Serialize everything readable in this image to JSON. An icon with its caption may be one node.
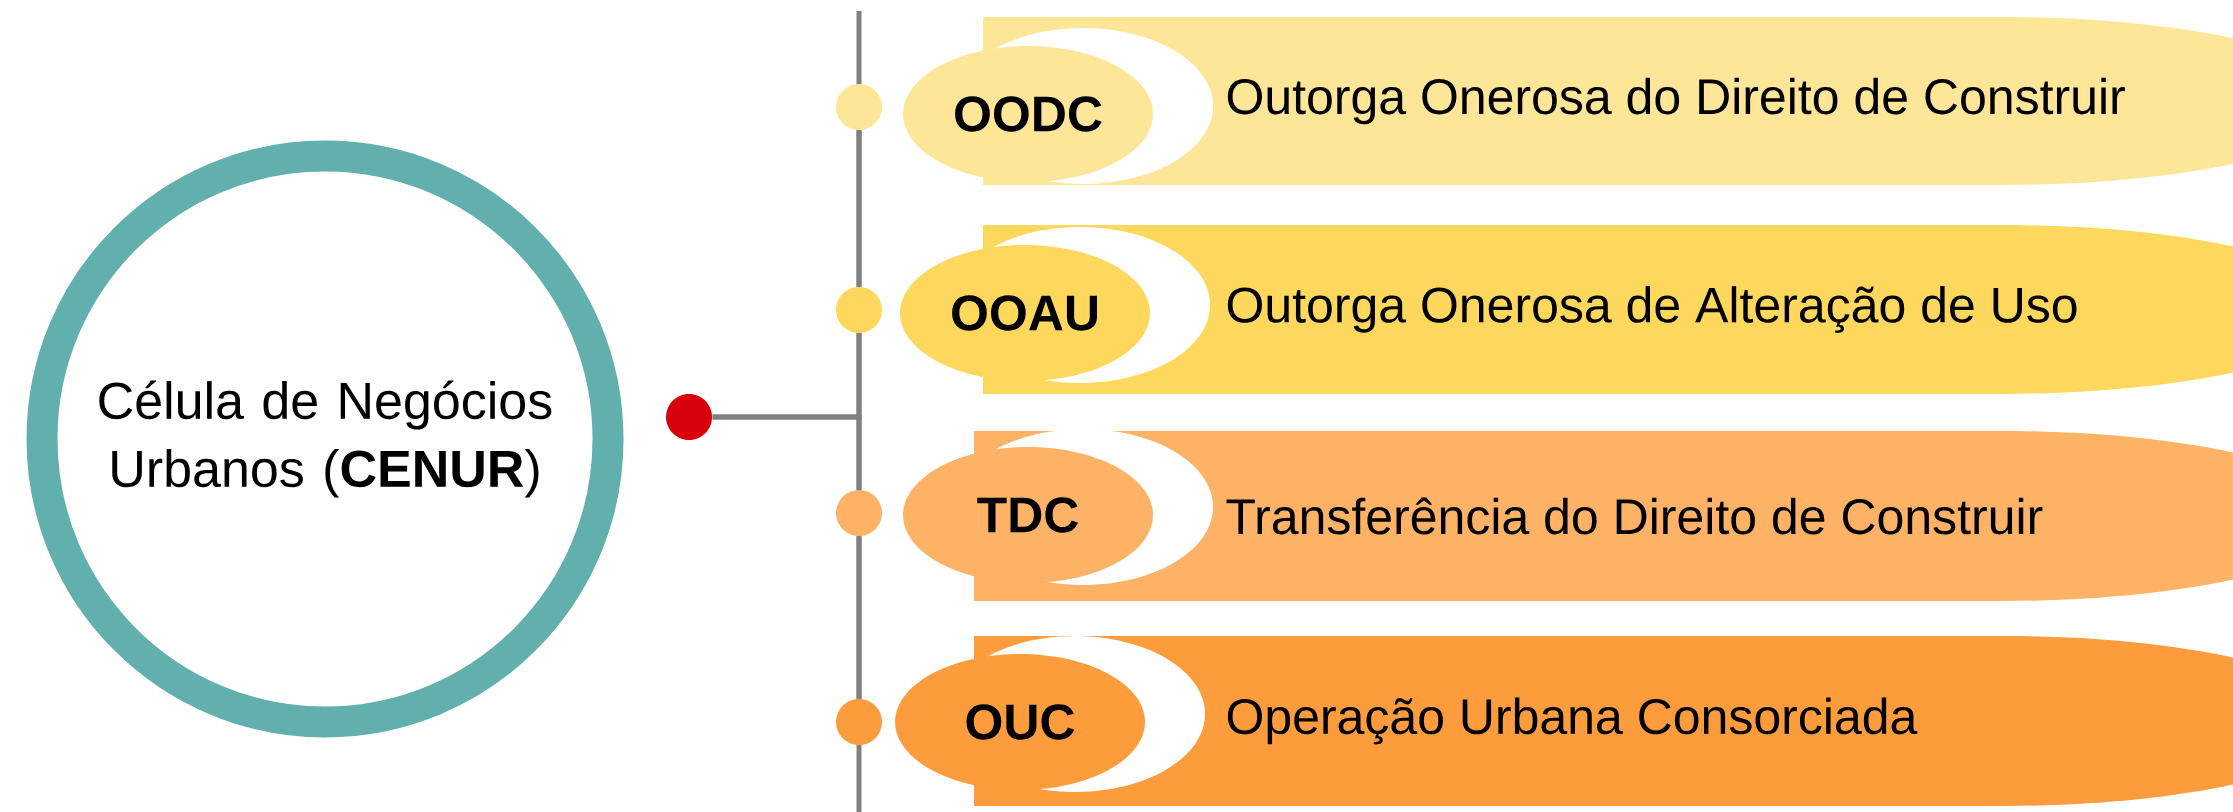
{
  "diagram": {
    "nodes": [
      {
        "text": [
          "Célula de Negócios Urbanos (**CENUR**)"
        ]
      },
      {
        "text": [],
        "shape": "circle"
      },
      {
        "text": [],
        "shape": "circle"
      },
      {
        "text": [],
        "shape": "circle"
      },
      {
        "text": [],
        "shape": "circle"
      },
      {
        "text": [],
        "shape": "circle"
      },
      {
        "text": [
          "Outorga Onerosa do Direito de Construir"
        ]
      },
      {
        "text": [
          "OODC"
        ],
        "in": 6
      },
      {
        "text": [
          "Outorga Onerosa de Alteração de Uso"
        ]
      },
      {
        "text": [
          "OOAU"
        ],
        "in": 8
      },
      {
        "text": [
          "Transferência do Direito de Construir"
        ]
      },
      {
        "text": [
          "TDC"
        ],
        "in": 10
      },
      {
        "text": [
          "Operação Urbana Consorciada"
        ]
      },
      {
        "text": [
          "OUC"
        ],
        "in": 12
      }
    ],
    "edges": [
      {
        "from": 1,
        "to": 3,
        "arrow": "none"
      },
      {
        "from": 3,
        "to": 2,
        "arrow": "none"
      },
      {
        "from": 1,
        "to": 4,
        "arrow": "none"
      },
      {
        "from": 4,
        "to": 5,
        "arrow": "none"
      }
    ]
  }
}
